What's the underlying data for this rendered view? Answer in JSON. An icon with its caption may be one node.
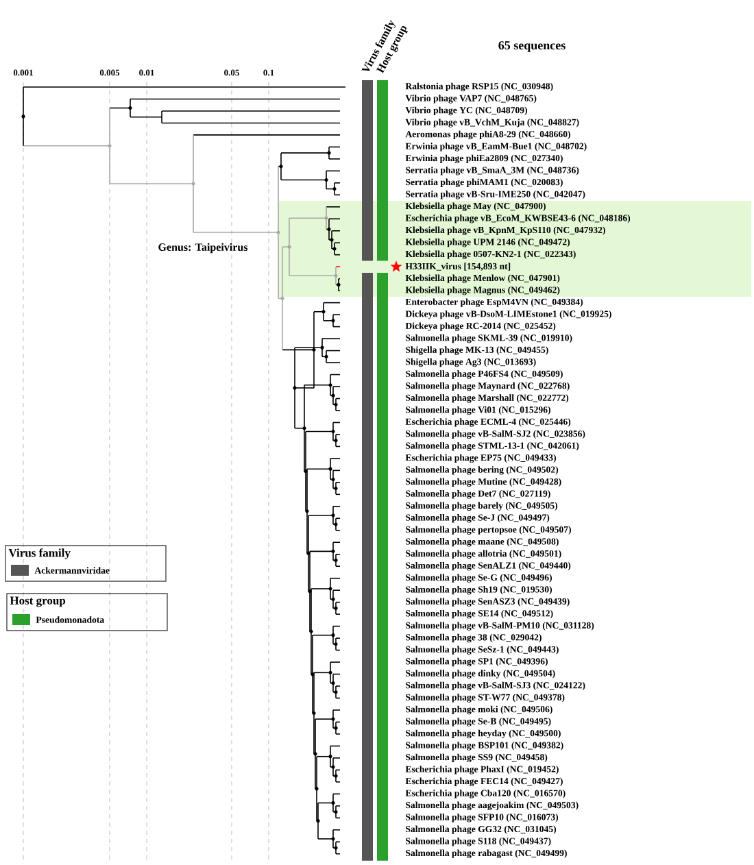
{
  "diagram": {
    "title": "65 sequences",
    "labels": [
      "0.001",
      "0.005",
      "0.01",
      "0.05",
      "0.1",
      "Virus family",
      "Host group",
      "Ralstonia phage RSP15 (NC_030948)",
      "Vibrio phage VAP7 (NC_048765)",
      "Vibrio phage YC (NC_048709)",
      "Vibrio phage vB_VchM_Kuja (NC_048827)",
      "Aeromonas phage phiA8-29 (NC_048660)",
      "Erwinia phage vB_EamM-Bue1 (NC_048702)",
      "Erwinia phage phiEa2809 (NC_027340)",
      "Serratia phage vB_SmaA_3M (NC_048736)",
      "Serratia phage phiMAM1 (NC_020083)",
      "Serratia phage vB-Sru-IME250 (NC_042047)",
      "Klebsiella phage May (NC_047900)",
      "Escherichia phage vB_EcoM_KWBSE43-6 (NC_048186)",
      "Klebsiella phage vB_KpnM_KpS110 (NC_047932)",
      "Klebsiella phage UPM 2146 (NC_049472)",
      "Klebsiella phage 0507-KN2-1 (NC_022343)",
      "H33IIK_virus [154,893 nt]",
      "Klebsiella phage Menlow (NC_047901)",
      "Klebsiella phage Magnus (NC_049462)",
      "Enterobacter phage EspM4VN (NC_049384)",
      "Dickeya phage vB-DsoM-LIMEstone1 (NC_019925)",
      "Dickeya phage RC-2014 (NC_025452)",
      "Salmonella phage SKML-39 (NC_019910)",
      "Shigella phage MK-13 (NC_049455)",
      "Shigella phage Ag3 (NC_013693)",
      "Salmonella phage P46FS4 (NC_049509)",
      "Salmonella phage Maynard (NC_022768)",
      "Salmonella phage Marshall (NC_022772)",
      "Salmonella phage Vi01 (NC_015296)",
      "Escherichia phage ECML-4 (NC_025446)",
      "Salmonella phage vB-SalM-SJ2 (NC_023856)",
      "Salmonella phage STML-13-1 (NC_042061)",
      "Escherichia phage EP75 (NC_049433)",
      "Salmonella phage bering (NC_049502)",
      "Salmonella phage Mutine (NC_049428)",
      "Salmonella phage Det7 (NC_027119)",
      "Salmonella phage barely (NC_049505)",
      "Salmonella phage Se-J (NC_049497)",
      "Salmonella phage pertopsoe (NC_049507)",
      "Salmonella phage maane (NC_049508)",
      "Salmonella phage allotria (NC_049501)",
      "Salmonella phage SenALZ1 (NC_049440)",
      "Salmonella phage Se-G (NC_049496)",
      "Salmonella phage Sh19 (NC_019530)",
      "Salmonella phage SenASZ3 (NC_049439)",
      "Salmonella phage SE14 (NC_049512)",
      "Salmonella phage vB-SalM-PM10 (NC_031128)",
      "Salmonella phage 38 (NC_029042)",
      "Salmonella phage SeSz-1 (NC_049443)",
      "Salmonella phage SP1 (NC_049396)",
      "Salmonella phage dinky (NC_049504)",
      "Salmonella phage vB-SalM-SJ3 (NC_024122)",
      "Salmonella phage ST-W77 (NC_049378)",
      "Salmonella phage moki (NC_049506)",
      "Salmonella phage Se-B (NC_049495)",
      "Salmonella phage heyday (NC_049500)",
      "Salmonella phage BSP101 (NC_049382)",
      "Salmonella phage SS9 (NC_049458)",
      "Escherichia phage PhaxI (NC_019452)",
      "Escherichia phage FEC14 (NC_049427)",
      "Escherichia phage Cba120 (NC_016570)",
      "Salmonella phage aagejoakim (NC_049503)",
      "Salmonella phage SFP10 (NC_016073)",
      "Salmonella phage GG32 (NC_031045)",
      "Salmonella phage S118 (NC_049437)",
      "Salmonella phage rabagast (NC_049499)",
      "Genus: Taipeivirus",
      "Virus family",
      "Host group"
    ],
    "legend": [
      {
        "text": "Ackermannviridae",
        "color": "#555555"
      },
      {
        "text": "Pseudomonadota",
        "color": "#2ca02c"
      }
    ]
  }
}
